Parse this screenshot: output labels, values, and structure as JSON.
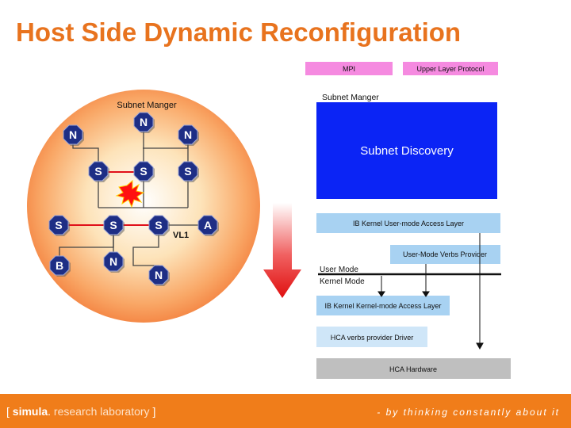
{
  "title": "Host Side Dynamic Reconfiguration",
  "colors": {
    "accent": "#e8731e",
    "node_fill": "#1e2e85",
    "discovery_blue": "#0b24f5",
    "light_blue": "#a8d2f2",
    "pink": "#f58ae0",
    "hardware_gray": "#bfbfbf",
    "link_red": "#e0101a"
  },
  "left_diagram": {
    "subnet_manager_label": "Subnet Manger",
    "vl_label": "VL1",
    "nodes": [
      {
        "id": "n_top",
        "label": "N"
      },
      {
        "id": "n_left",
        "label": "N"
      },
      {
        "id": "n_right",
        "label": "N"
      },
      {
        "id": "s1",
        "label": "S"
      },
      {
        "id": "s2",
        "label": "S"
      },
      {
        "id": "s3",
        "label": "S"
      },
      {
        "id": "s4",
        "label": "S"
      },
      {
        "id": "s5",
        "label": "S"
      },
      {
        "id": "s6",
        "label": "S"
      },
      {
        "id": "a",
        "label": "A"
      },
      {
        "id": "b",
        "label": "B"
      },
      {
        "id": "n_b1",
        "label": "N"
      },
      {
        "id": "n_b2",
        "label": "N"
      }
    ]
  },
  "stack": {
    "mpi": "MPI",
    "upper_layer_protocol": "Upper Layer Protocol",
    "subnet_manager": "Subnet Manger",
    "subnet_discovery": "Subnet Discovery",
    "user_access_layer": "IB Kernel User-mode Access Layer",
    "verbs_provider": "User-Mode Verbs Provider",
    "user_mode": "User Mode",
    "kernel_mode": "Kernel Mode",
    "kernel_access_layer": "IB Kernel Kernel-mode Access Layer",
    "hca_driver": "HCA verbs provider Driver",
    "hca_hardware": "HCA Hardware"
  },
  "footer": {
    "bracket_open": "[",
    "brand": "simula",
    "dot": ".",
    "rest": "research laboratory",
    "bracket_close": "]",
    "tagline": "- by thinking constantly about it"
  }
}
